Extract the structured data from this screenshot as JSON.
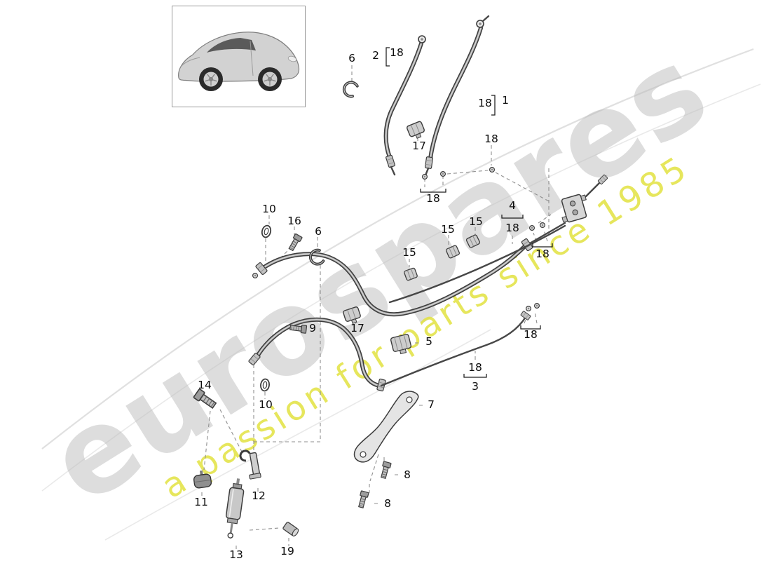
{
  "watermark": {
    "brand": "eurospares",
    "tagline": "a passion for parts since 1985",
    "brand_color": "#bcbcbc",
    "tagline_color": "#e2e240"
  },
  "colors": {
    "diagram_line": "#3c3c3c",
    "leader_dash": "#8f8f8f"
  },
  "part_labels": [
    {
      "id": "6-top",
      "text": "6"
    },
    {
      "id": "2",
      "text": "2"
    },
    {
      "id": "18-a",
      "text": "18"
    },
    {
      "id": "18-b",
      "text": "18"
    },
    {
      "id": "1",
      "text": "1"
    },
    {
      "id": "17-top",
      "text": "17"
    },
    {
      "id": "18-c",
      "text": "18"
    },
    {
      "id": "18-d",
      "text": "18"
    },
    {
      "id": "10-a",
      "text": "10"
    },
    {
      "id": "16",
      "text": "16"
    },
    {
      "id": "6-mid",
      "text": "6"
    },
    {
      "id": "15-a",
      "text": "15"
    },
    {
      "id": "15-b",
      "text": "15"
    },
    {
      "id": "15-c",
      "text": "15"
    },
    {
      "id": "4",
      "text": "4"
    },
    {
      "id": "18-e",
      "text": "18"
    },
    {
      "id": "18-f",
      "text": "18"
    },
    {
      "id": "9",
      "text": "9"
    },
    {
      "id": "17-mid",
      "text": "17"
    },
    {
      "id": "5",
      "text": "5"
    },
    {
      "id": "18-g",
      "text": "18"
    },
    {
      "id": "18-h",
      "text": "18"
    },
    {
      "id": "3",
      "text": "3"
    },
    {
      "id": "14",
      "text": "14"
    },
    {
      "id": "10-b",
      "text": "10"
    },
    {
      "id": "7",
      "text": "7"
    },
    {
      "id": "8-a",
      "text": "8"
    },
    {
      "id": "8-b",
      "text": "8"
    },
    {
      "id": "11",
      "text": "11"
    },
    {
      "id": "12",
      "text": "12"
    },
    {
      "id": "13",
      "text": "13"
    },
    {
      "id": "19",
      "text": "19"
    }
  ]
}
